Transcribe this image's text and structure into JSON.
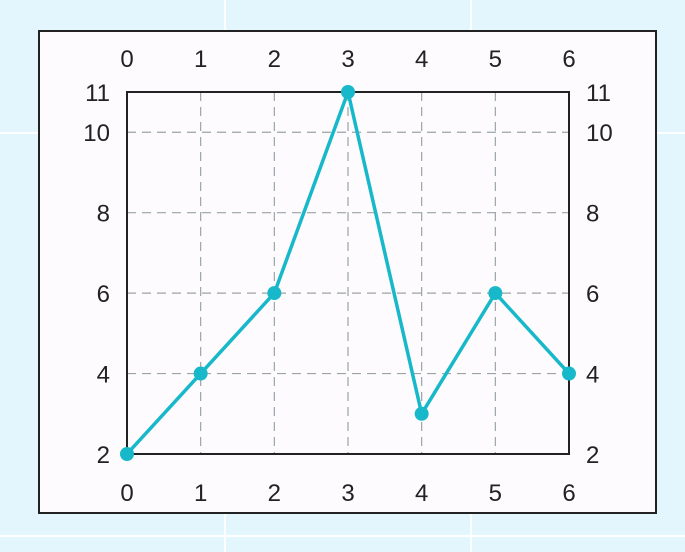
{
  "chart_data": {
    "type": "line",
    "title": "",
    "xlabel": "",
    "ylabel": "",
    "x": [
      0,
      1,
      2,
      3,
      4,
      5,
      6
    ],
    "series": [
      {
        "values": [
          2,
          4,
          6,
          11,
          3,
          6,
          4
        ]
      }
    ],
    "xlim": [
      0,
      6
    ],
    "ylim": [
      2,
      11
    ],
    "x_ticks": [
      0,
      1,
      2,
      3,
      4,
      5,
      6
    ],
    "y_ticks": [
      2,
      4,
      6,
      8,
      10,
      11
    ],
    "x_axis_mirrored_top": true,
    "y_axis_mirrored_right": true,
    "grid": true,
    "grid_style": "dashed",
    "legend": "none",
    "colors": {
      "line": "#17b8c9",
      "marker": "#17b8c9",
      "grid": "#9aa4a4",
      "axis": "#222222",
      "panel_background": "#fdfbfd",
      "page_background": "#e3f6fd"
    }
  }
}
